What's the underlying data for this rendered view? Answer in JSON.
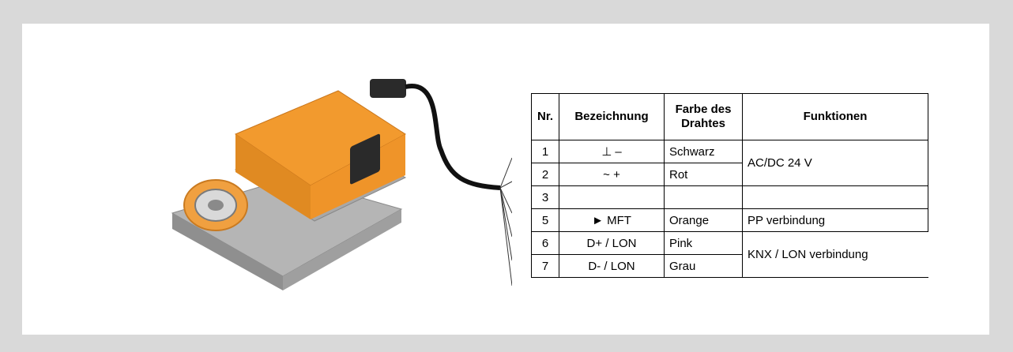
{
  "table": {
    "headers": {
      "nr": "Nr.",
      "bezeichnung": "Bezeichnung",
      "farbe_line1": "Farbe des",
      "farbe_line2": "Drahtes",
      "funktionen": "Funktionen"
    },
    "rows": [
      {
        "nr": "1",
        "bezeichnung": "⊥ –",
        "farbe": "Schwarz"
      },
      {
        "nr": "2",
        "bezeichnung": "~ +",
        "farbe": "Rot"
      },
      {
        "nr": "3",
        "bezeichnung": "",
        "farbe": ""
      },
      {
        "nr": "5",
        "bezeichnung": "► MFT",
        "farbe": "Orange"
      },
      {
        "nr": "6",
        "bezeichnung": "D+ / LON",
        "farbe": "Pink"
      },
      {
        "nr": "7",
        "bezeichnung": "D- / LON",
        "farbe": "Grau"
      }
    ],
    "functions": {
      "power": "AC/DC 24 V",
      "pp": "PP verbindung",
      "knx": "KNX / LON verbindung"
    }
  },
  "colors": {
    "actuator_orange": "#f29a2e",
    "housing_grey": "#a9a9a9",
    "cable_black": "#111111"
  }
}
